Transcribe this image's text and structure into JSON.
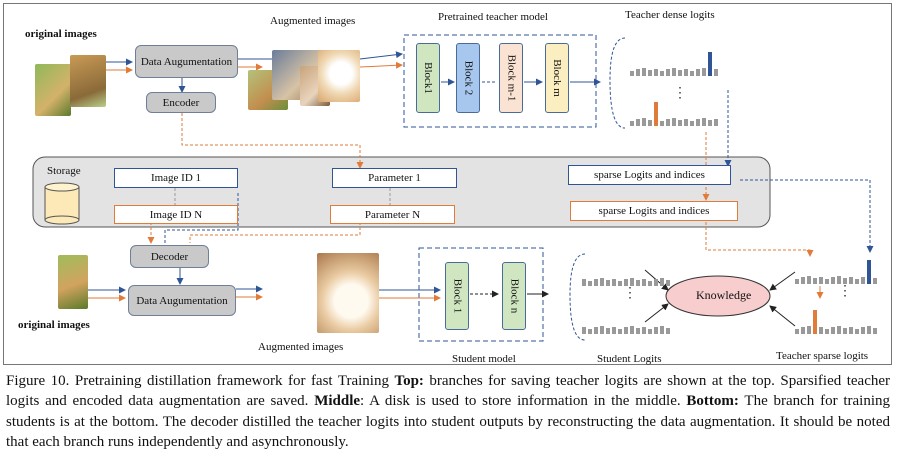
{
  "top": {
    "original_images_label": "original images",
    "augmented_images_label": "Augmented images",
    "teacher_model_label": "Pretrained teacher model",
    "teacher_dense_logits_label": "Teacher dense logits",
    "data_augmentation_label": "Data Augumentation",
    "encoder_label": "Encoder",
    "blocks": [
      "Block1",
      "Block 2",
      "Block m-1",
      "Block m"
    ]
  },
  "storage": {
    "label": "Storage",
    "image_id_1": "Image ID 1",
    "image_id_n": "Image ID N",
    "parameter_1": "Parameter 1",
    "parameter_n": "Parameter N",
    "sparse_logits_1": "sparse Logits and indices",
    "sparse_logits_2": "sparse Logits and indices"
  },
  "bottom": {
    "decoder_label": "Decoder",
    "data_augmentation_label": "Data Augumentation",
    "original_images_label": "original images",
    "augmented_images_label": "Augmented images",
    "student_model_label": "Student model",
    "blocks": [
      "Block 1",
      "Block n"
    ],
    "student_logits_label": "Student Logits",
    "knowledge_label": "Knowledge",
    "teacher_sparse_logits_label": "Teacher sparse logits"
  },
  "colors": {
    "blue": "#2f5597",
    "orange": "#e07b39",
    "gray_box": "#c9c9c9",
    "storage_bg": "#e3e3e3"
  },
  "caption": {
    "p1": "Figure 10. Pretraining distillation framework for fast Training ",
    "b1": "Top:",
    "p2": " branches for saving teacher logits are shown at the top. Sparsified teacher logits and encoded data augmentation are saved. ",
    "b2": "Middle",
    "p3": ": A disk is used to store information in the middle. ",
    "b3": "Bottom:",
    "p4": " The branch for training students is at the bottom. The decoder distilled the teacher logits into student outputs by reconstructing the data augmentation. It should be noted that each branch runs independently and asynchronously."
  }
}
